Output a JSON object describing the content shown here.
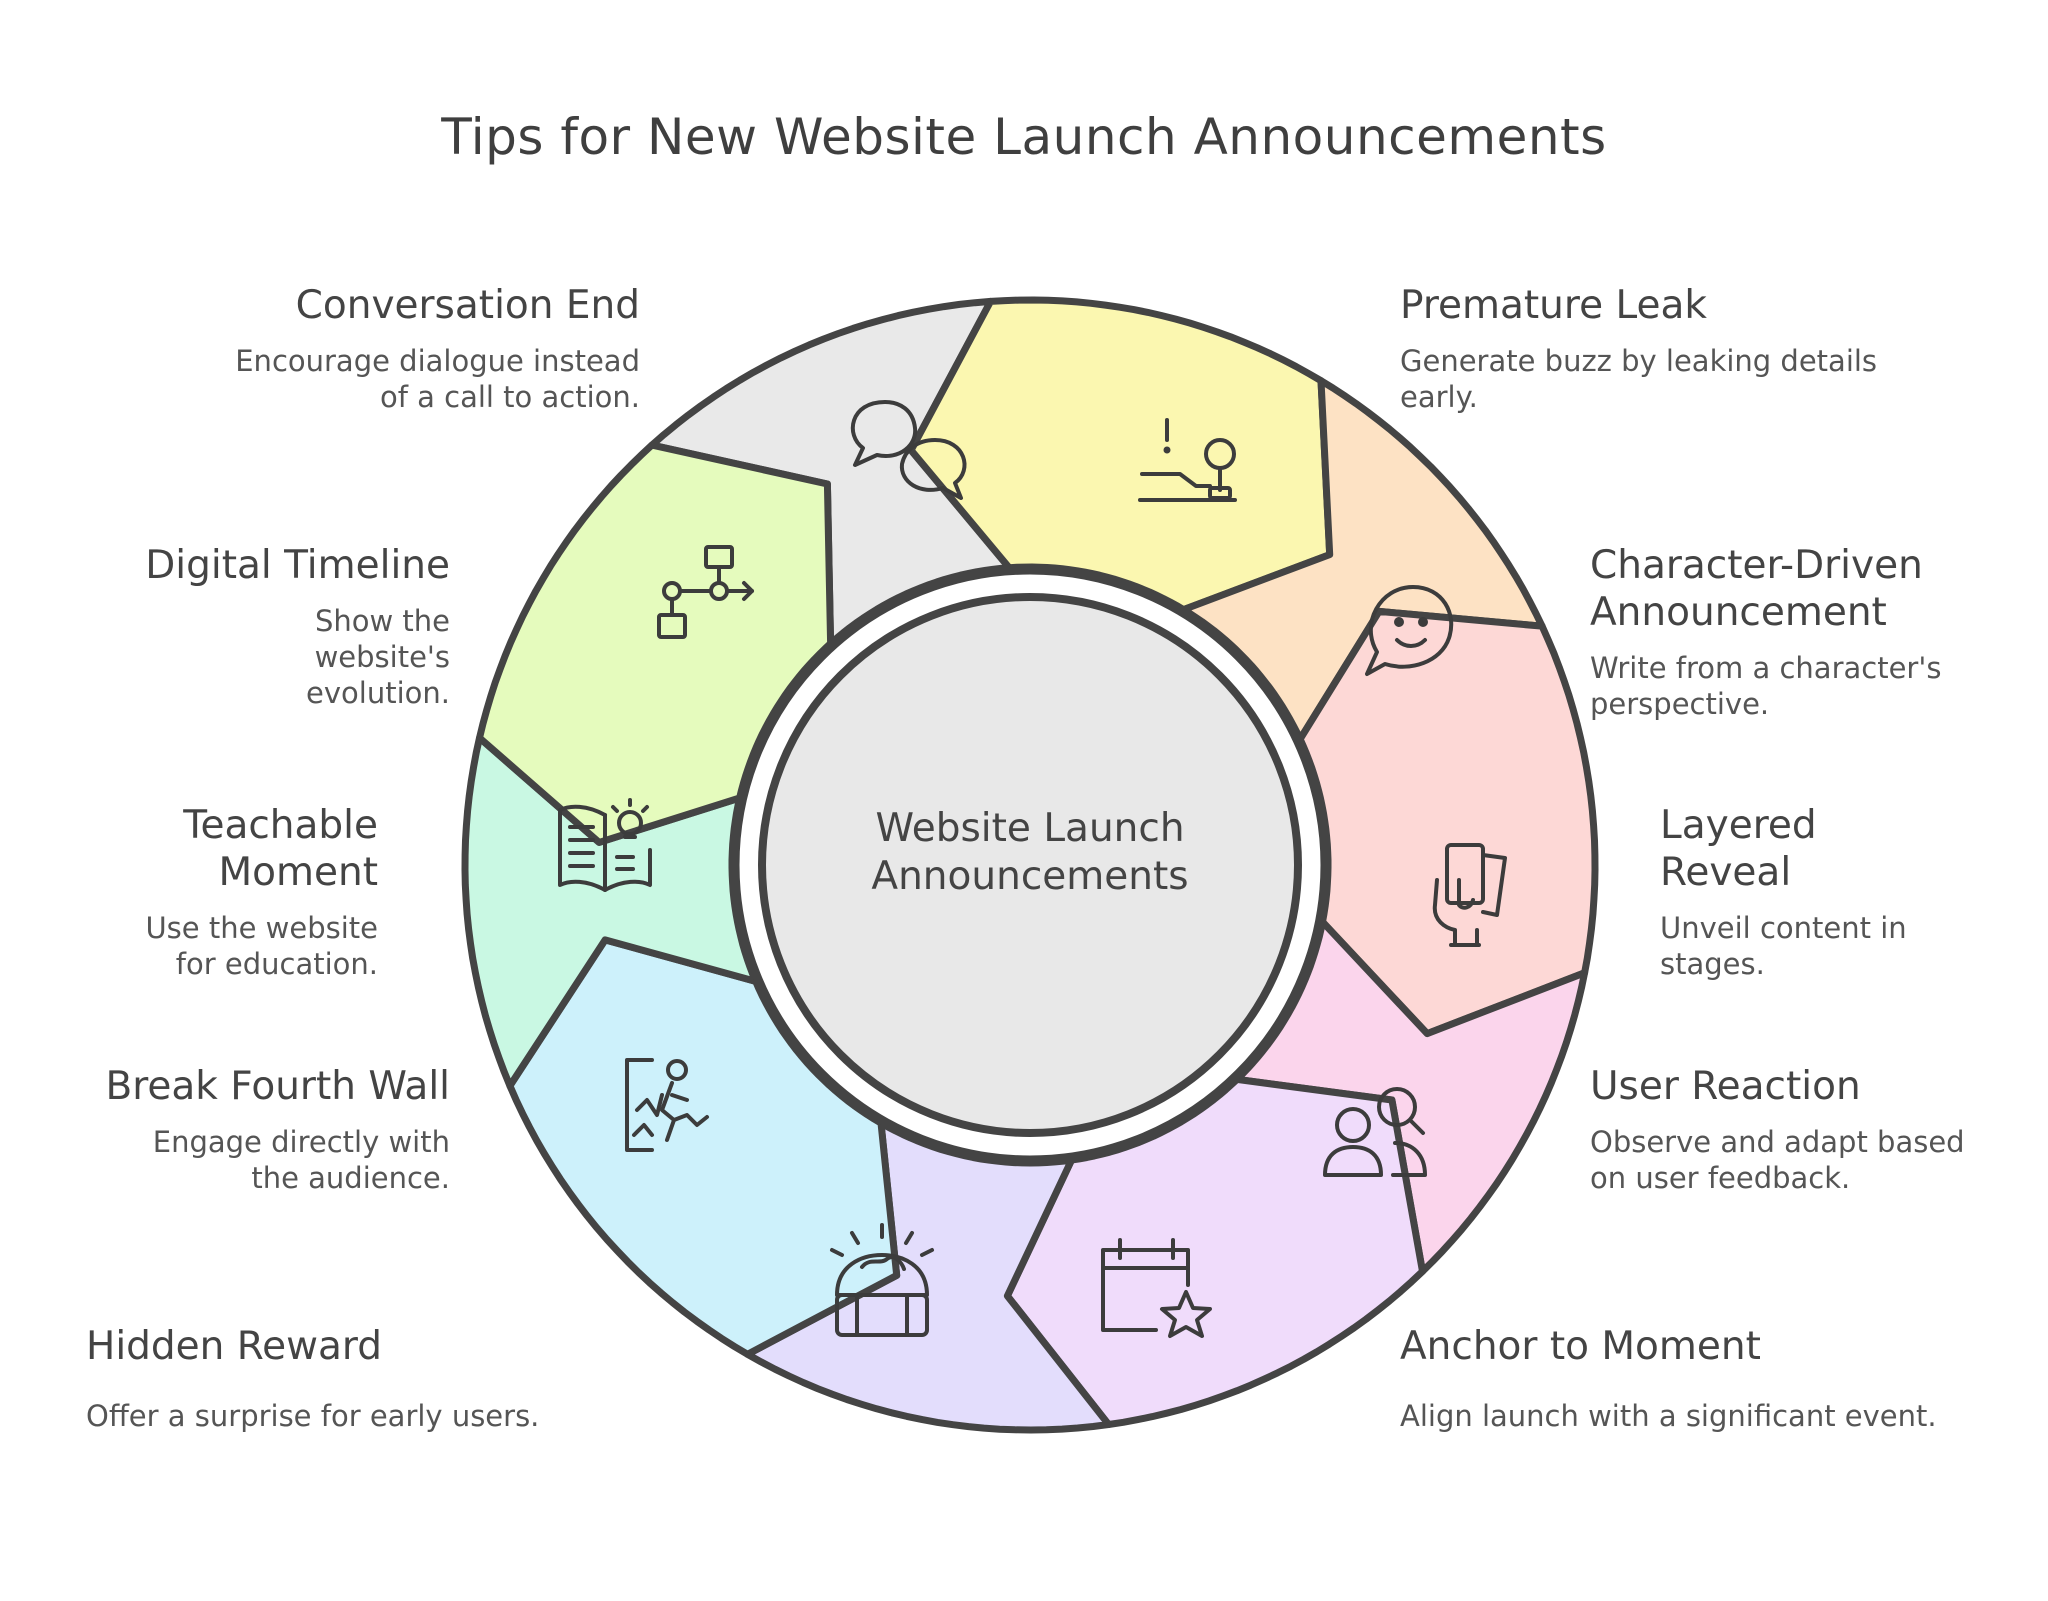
{
  "title": "Tips for New Website Launch Announcements",
  "center": {
    "line1": "Website Launch",
    "line2": "Announcements"
  },
  "segments": [
    {
      "id": "conversation-end",
      "title": "Conversation End",
      "desc": "Encourage dialogue instead of a call to action.",
      "color": "#e9e9e9",
      "icon": "chat-bubbles-icon"
    },
    {
      "id": "premature-leak",
      "title": "Premature Leak",
      "desc": "Generate buzz by leaking details early.",
      "color": "#fbf7b0",
      "icon": "leak-alert-icon"
    },
    {
      "id": "character-driven",
      "title": "Character-Driven Announcement",
      "desc": "Write from a character's perspective.",
      "color": "#fde2c4",
      "icon": "smiley-speech-icon"
    },
    {
      "id": "layered-reveal",
      "title": "Layered Reveal",
      "desc": "Unveil content in stages.",
      "color": "#fdd8d6",
      "icon": "hand-cards-icon"
    },
    {
      "id": "user-reaction",
      "title": "User Reaction",
      "desc": "Observe and adapt based on user feedback.",
      "color": "#fbd5ec",
      "icon": "users-search-icon"
    },
    {
      "id": "anchor-to-moment",
      "title": "Anchor to Moment",
      "desc": "Align launch with a significant event.",
      "color": "#f0dcfb",
      "icon": "calendar-star-icon"
    },
    {
      "id": "hidden-reward",
      "title": "Hidden Reward",
      "desc": "Offer a surprise for early users.",
      "color": "#e3ddfc",
      "icon": "treasure-chest-icon"
    },
    {
      "id": "break-fourth-wall",
      "title": "Break Fourth Wall",
      "desc": "Engage directly with the audience.",
      "color": "#cdf1fb",
      "icon": "breaking-wall-icon"
    },
    {
      "id": "teachable-moment",
      "title": "Teachable Moment",
      "desc": "Use the website for education.",
      "color": "#c9f8e3",
      "icon": "book-bulb-icon"
    },
    {
      "id": "digital-timeline",
      "title": "Digital Timeline",
      "desc": "Show the website's evolution.",
      "color": "#e5fbbd",
      "icon": "flowchart-icon"
    }
  ]
}
